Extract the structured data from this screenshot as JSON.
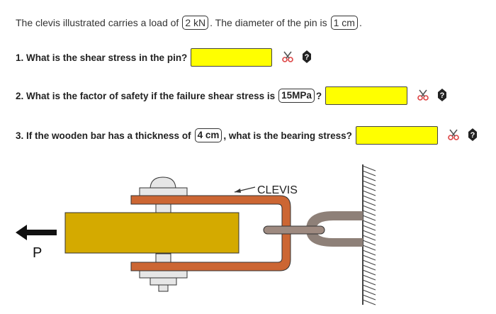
{
  "intro": {
    "pre_load": "The clevis illustrated carries a load of",
    "load_value": "2 kN",
    "mid": ". The diameter of the pin is",
    "pin_value": "1 cm",
    "end": "."
  },
  "q1": {
    "text": "1. What is the shear stress in the pin?",
    "answer": ""
  },
  "q2": {
    "pre": "2. What is the factor of safety if the failure shear stress is",
    "value": "15MPa",
    "post": "?",
    "answer": ""
  },
  "q3": {
    "pre": "3. If the wooden bar has a thickness of",
    "value": "4 cm",
    "post": ", what is the bearing stress?",
    "answer": ""
  },
  "figure": {
    "clevis_label": "CLEVIS",
    "load_label": "P"
  },
  "icons": {
    "tool": "scissors-icon",
    "hint": "hint-icon"
  },
  "colors": {
    "answer_fill": "#ffff00",
    "wood": "#d4aa00",
    "clevis": "#cc6633",
    "bolt": "#e6e6e6",
    "pin": "#9e8a80",
    "eyebolt": "#8e8078"
  }
}
